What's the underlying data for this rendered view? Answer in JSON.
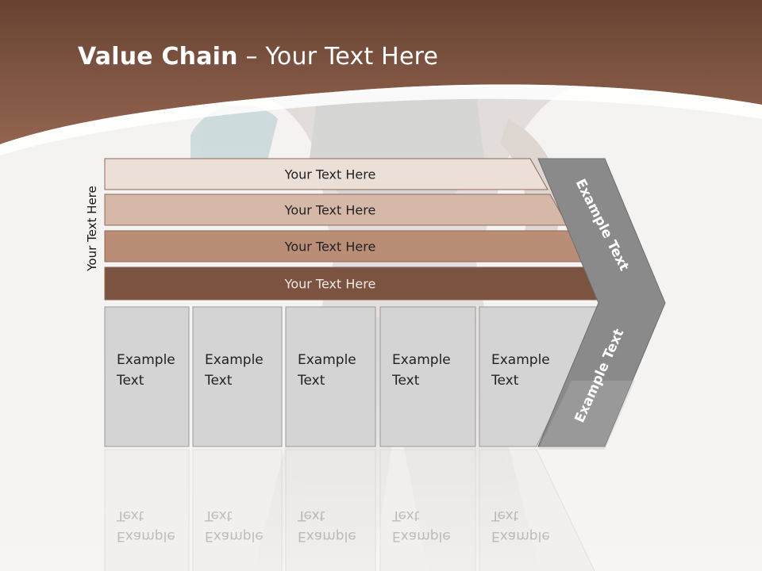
{
  "slide": {
    "title_bold": "Value Chain",
    "title_rest": " – Your Text Here",
    "side_label": "Your Text Here"
  },
  "bars": [
    {
      "label": "Your Text Here",
      "fill": "#ebdfd8"
    },
    {
      "label": "Your Text Here",
      "fill": "#d6b8a8"
    },
    {
      "label": "Your Text Here",
      "fill": "#b98d76"
    },
    {
      "label": "Your Text Here",
      "fill": "#7b5340"
    }
  ],
  "boxes": [
    {
      "line1": "Example",
      "line2": "Text"
    },
    {
      "line1": "Example",
      "line2": "Text"
    },
    {
      "line1": "Example",
      "line2": "Text"
    },
    {
      "line1": "Example",
      "line2": "Text"
    },
    {
      "line1": "Example",
      "line2": "Text"
    }
  ],
  "chevron": {
    "upper_label": "Example Text",
    "lower_label": "Example Text",
    "fill": "#8a8a8a"
  },
  "colors": {
    "header": "#7d5443",
    "box_fill": "#d4d4d4",
    "text_dark": "#222222",
    "bar_text_light": "#f2e8e2"
  }
}
